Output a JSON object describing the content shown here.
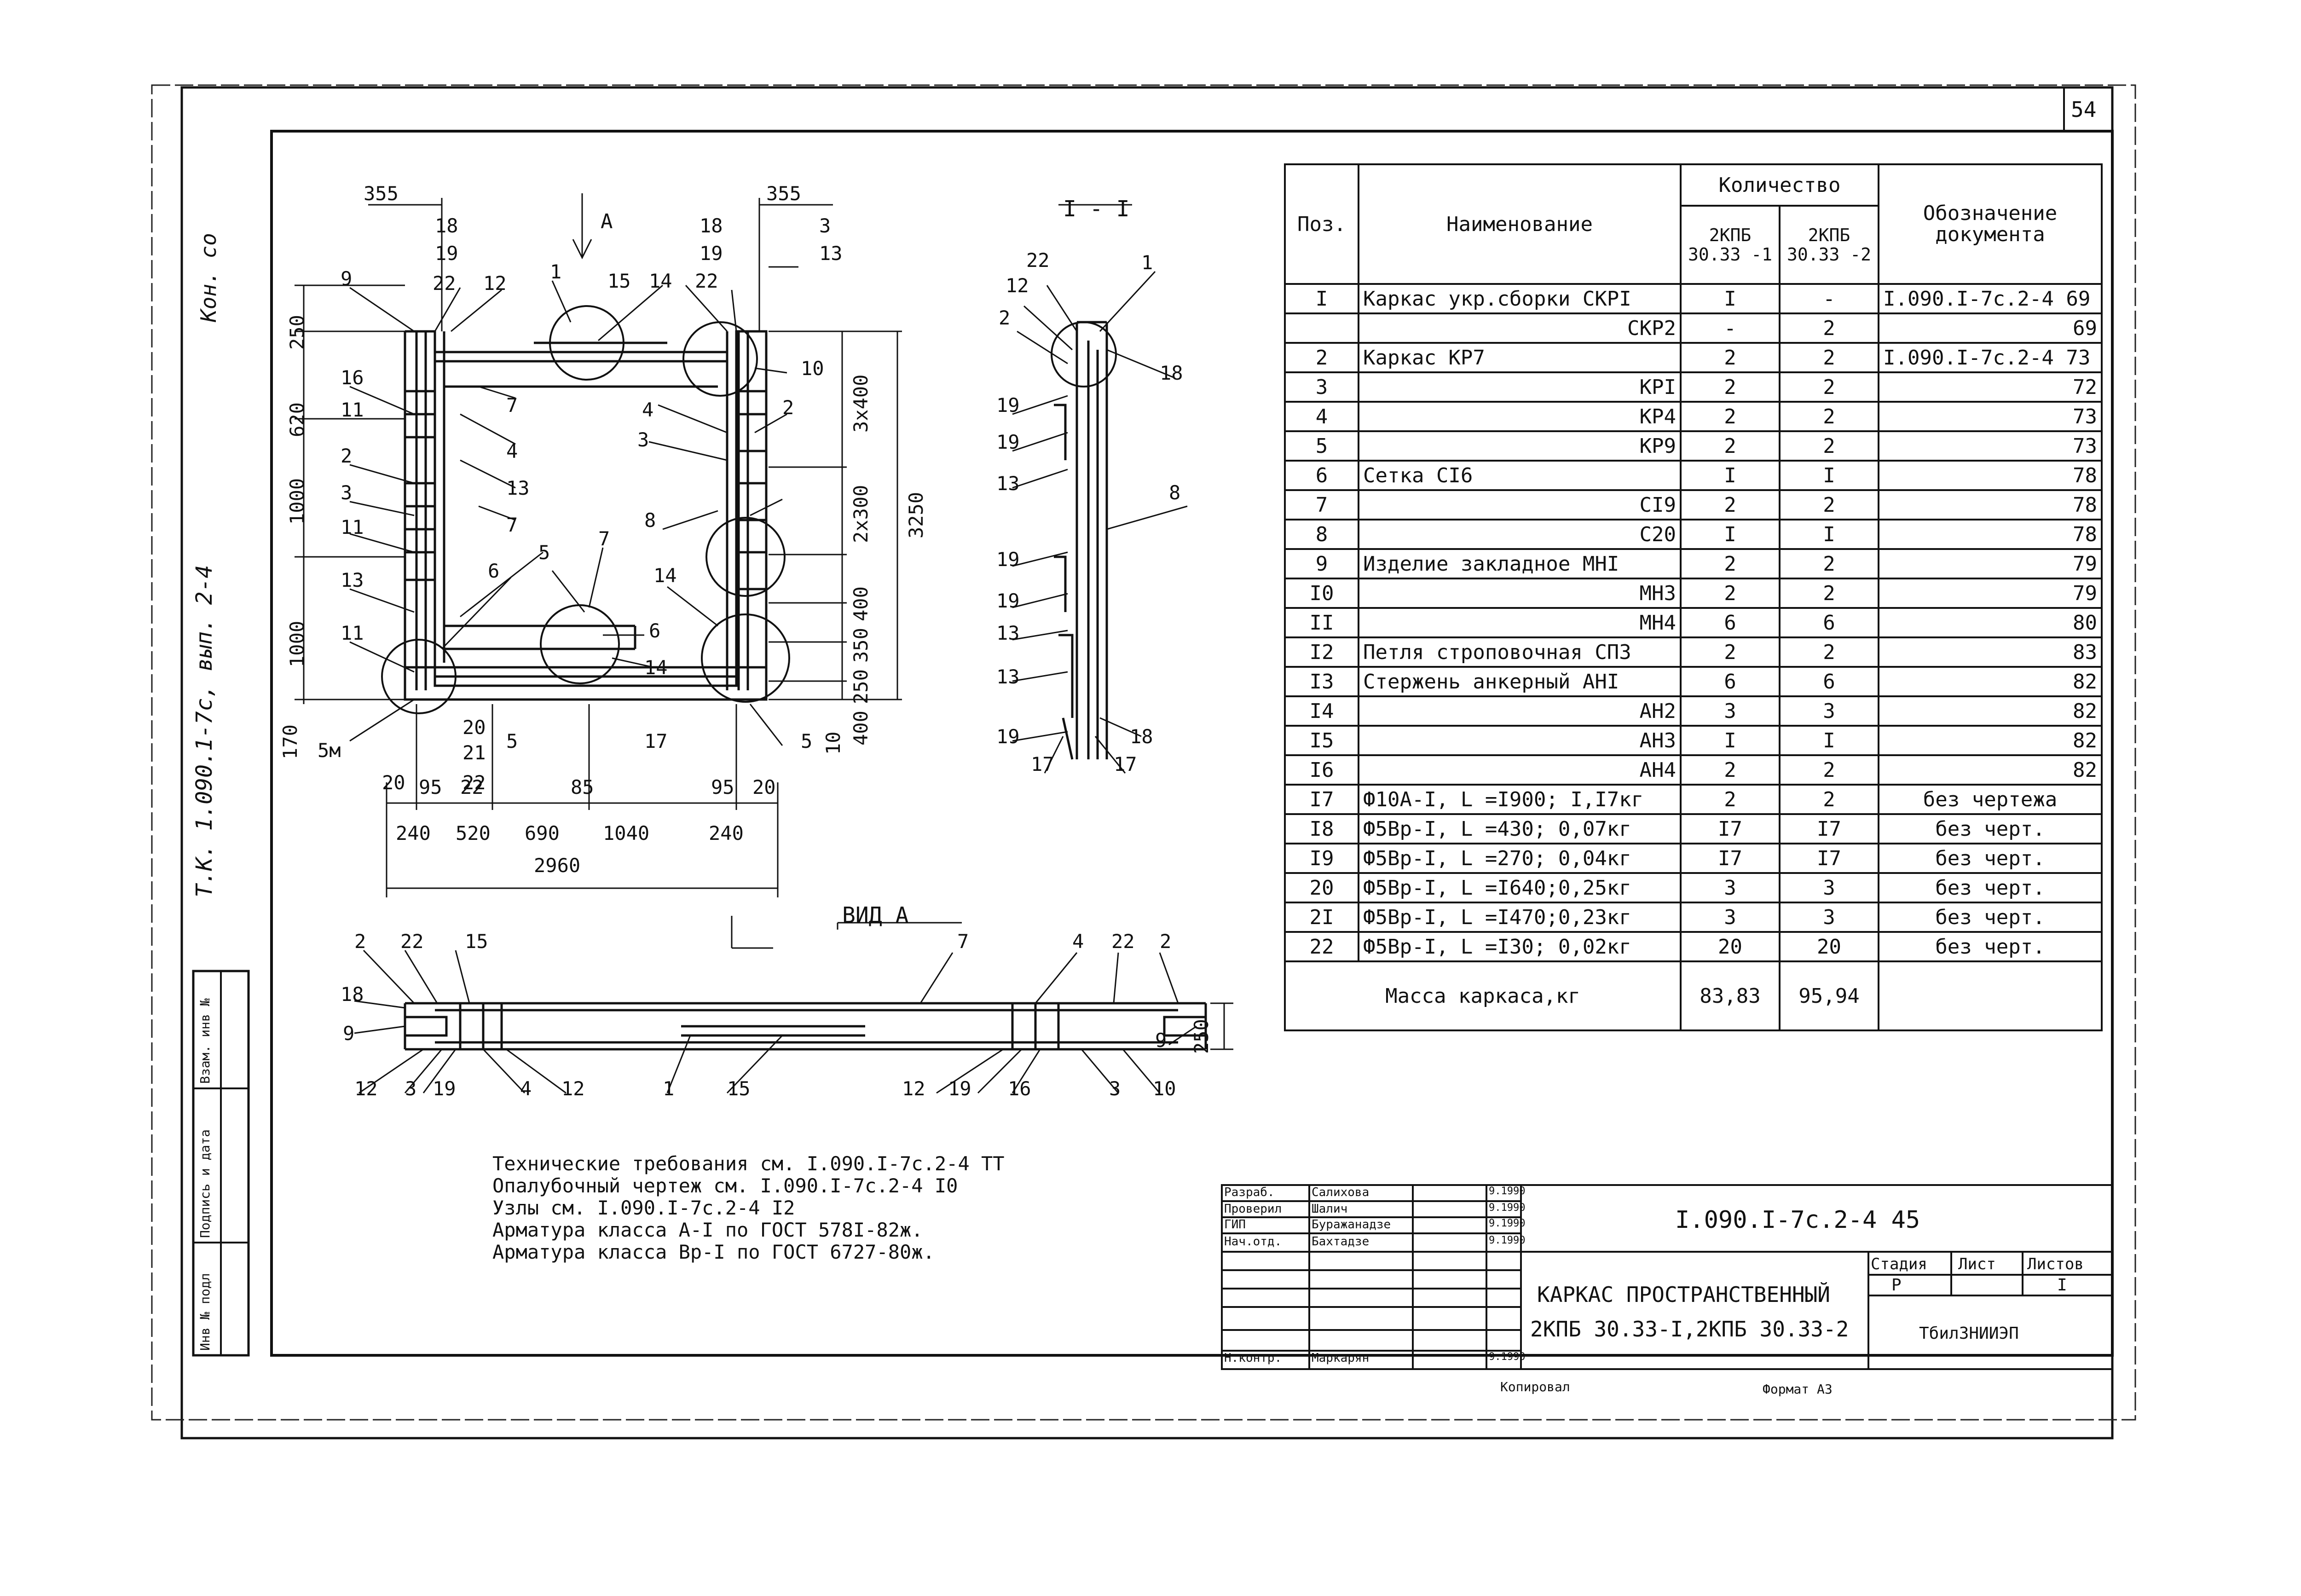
{
  "page_number": "54",
  "left_margin_note": "Т.К. 1.090.1-7с, вып. 2-4",
  "left_margin_signature": "Кон. со     ",
  "stamp_labels": [
    "Инв № подл",
    "Подпись и дата",
    "Взам. инв №"
  ],
  "drawing": {
    "section_label": "I - I",
    "view_label": "ВИД А",
    "arrow_label_a": "А",
    "dims_plan": [
      "355",
      "355",
      "250",
      "620",
      "1000",
      "1000",
      "170",
      "3x400",
      "2x300",
      "400",
      "350",
      "250",
      "400",
      "10",
      "3250",
      "20",
      "95",
      "22",
      "85",
      "95",
      "20",
      "240",
      "520",
      "690",
      "1040",
      "240",
      "2960",
      "5м"
    ],
    "pos_marks_plan": [
      "18",
      "19",
      "22",
      "12",
      "1",
      "15",
      "14",
      "22",
      "9",
      "16",
      "11",
      "2",
      "3",
      "11",
      "13",
      "11",
      "7",
      "4",
      "13",
      "7",
      "6",
      "5",
      "7",
      "8",
      "6",
      "14",
      "14",
      "20",
      "21",
      "22",
      "5",
      "17",
      "5",
      "18",
      "19",
      "3",
      "13",
      "10",
      "2",
      "3",
      "4"
    ],
    "pos_marks_section": [
      "22",
      "12",
      "2",
      "19",
      "19",
      "13",
      "19",
      "19",
      "13",
      "13",
      "19",
      "17",
      "1",
      "18",
      "8",
      "18",
      "17"
    ],
    "pos_marks_view": [
      "2",
      "22",
      "15",
      "18",
      "9",
      "12",
      "3",
      "19",
      "4",
      "12",
      "1",
      "15",
      "7",
      "4",
      "22",
      "2",
      "9",
      "12",
      "19",
      "16",
      "3",
      "10",
      "250"
    ]
  },
  "notes": [
    "Технические требования см. I.090.I-7с.2-4 ТТ",
    "Опалубочный чертеж см. I.090.I-7с.2-4 I0",
    "Узлы см. I.090.I-7с.2-4 I2",
    "Арматура класса А-I по ГОСТ 578I-82ж.",
    "Арматура класса Вр-I по ГОСТ 6727-80ж."
  ],
  "spec_table": {
    "headers": {
      "pos": "Поз.",
      "name": "Наименование",
      "qty": "Количество",
      "qty_col1": "2КПБ 30.33 -1",
      "qty_col2": "2КПБ 30.33 -2",
      "doc": "Обозначение документа"
    },
    "rows": [
      {
        "pos": "I",
        "name": "Каркас укр.сборки СКРI",
        "q1": "I",
        "q2": "-",
        "doc": "I.090.I-7с.2-4 69"
      },
      {
        "pos": "",
        "name": "СКР2",
        "q1": "-",
        "q2": "2",
        "doc": "69"
      },
      {
        "pos": "2",
        "name": "Каркас КР7",
        "q1": "2",
        "q2": "2",
        "doc": "I.090.I-7с.2-4 73"
      },
      {
        "pos": "3",
        "name": "КРI",
        "q1": "2",
        "q2": "2",
        "doc": "72"
      },
      {
        "pos": "4",
        "name": "КР4",
        "q1": "2",
        "q2": "2",
        "doc": "73"
      },
      {
        "pos": "5",
        "name": "КР9",
        "q1": "2",
        "q2": "2",
        "doc": "73"
      },
      {
        "pos": "6",
        "name": "Сетка  СI6",
        "q1": "I",
        "q2": "I",
        "doc": "78"
      },
      {
        "pos": "7",
        "name": "СI9",
        "q1": "2",
        "q2": "2",
        "doc": "78"
      },
      {
        "pos": "8",
        "name": "С20",
        "q1": "I",
        "q2": "I",
        "doc": "78"
      },
      {
        "pos": "9",
        "name": "Изделие закладное МНI",
        "q1": "2",
        "q2": "2",
        "doc": "79"
      },
      {
        "pos": "I0",
        "name": "МН3",
        "q1": "2",
        "q2": "2",
        "doc": "79"
      },
      {
        "pos": "II",
        "name": "МН4",
        "q1": "6",
        "q2": "6",
        "doc": "80"
      },
      {
        "pos": "I2",
        "name": "Петля строповочная СП3",
        "q1": "2",
        "q2": "2",
        "doc": "83"
      },
      {
        "pos": "I3",
        "name": "Стержень анкерный АНI",
        "q1": "6",
        "q2": "6",
        "doc": "82"
      },
      {
        "pos": "I4",
        "name": "АН2",
        "q1": "3",
        "q2": "3",
        "doc": "82"
      },
      {
        "pos": "I5",
        "name": "АН3",
        "q1": "I",
        "q2": "I",
        "doc": "82"
      },
      {
        "pos": "I6",
        "name": "АН4",
        "q1": "2",
        "q2": "2",
        "doc": "82"
      },
      {
        "pos": "I7",
        "name": "Ф10А-I, L =I900; I,I7кг",
        "q1": "2",
        "q2": "2",
        "doc": "без чертежа"
      },
      {
        "pos": "I8",
        "name": "Ф5Вр-I, L =430; 0,07кг",
        "q1": "I7",
        "q2": "I7",
        "doc": "без черт."
      },
      {
        "pos": "I9",
        "name": "Ф5Вр-I, L =270; 0,04кг",
        "q1": "I7",
        "q2": "I7",
        "doc": "без черт."
      },
      {
        "pos": "20",
        "name": "Ф5Вр-I, L =I640;0,25кг",
        "q1": "3",
        "q2": "3",
        "doc": "без черт."
      },
      {
        "pos": "2I",
        "name": "Ф5Вр-I, L =I470;0,23кг",
        "q1": "3",
        "q2": "3",
        "doc": "без черт."
      },
      {
        "pos": "22",
        "name": "Ф5Вр-I, L =I30; 0,02кг",
        "q1": "20",
        "q2": "20",
        "doc": "без черт."
      }
    ],
    "mass_label": "Масса каркаса,кг",
    "mass_1": "83,83",
    "mass_2": "95,94"
  },
  "title_block": {
    "doc_code": "I.090.I-7с.2-4 45",
    "title_line1": "КАРКАС ПРОСТРАНСТВЕННЫЙ",
    "title_line2": "2КПБ 30.33-I,2КПБ 30.33-2",
    "stage_label": "Стадия",
    "sheet_label": "Лист",
    "sheets_label": "Листов",
    "stage_value": "Р",
    "sheets_value": "I",
    "org": "ТбилЗНИИЭП",
    "roles": [
      {
        "role": "Разраб.",
        "name": "Салихова",
        "date": "9.1990"
      },
      {
        "role": "Проверил",
        "name": "Шалич",
        "date": "9.1990"
      },
      {
        "role": "ГИП",
        "name": "Буражанадзе",
        "date": "9.1990"
      },
      {
        "role": "Нач.отд.",
        "name": "Бахтадзе",
        "date": "9.1990"
      },
      {
        "role": "Н.контр.",
        "name": "Маркарян",
        "date": "9.1990"
      }
    ],
    "copied": "Копировал",
    "format": "Формат А3"
  }
}
